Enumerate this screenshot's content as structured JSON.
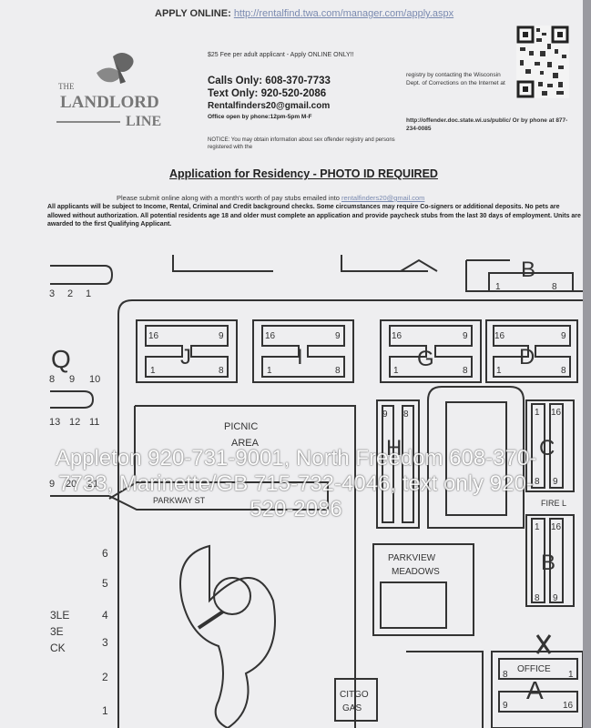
{
  "header": {
    "apply_label": "APPLY ONLINE:",
    "apply_url": "http://rentalfind.twa.com/manager.com/apply.aspx"
  },
  "logo": {
    "line1": "THE",
    "line2": "LANDLORD",
    "line3": "LINE"
  },
  "fee_text": "$25 Fee per adult applicant - Apply ONLINE ONLY!!",
  "contact": {
    "calls": "Calls Only: 608-370-7733",
    "text": "Text Only: 920-520-2086",
    "email": "Rentalfinders20@gmail.com",
    "office": "Office open by phone:12pm-5pm M-F"
  },
  "notice": "NOTICE: You may obtain information about sex offender registry and persons registered with the",
  "registry": "registry by contacting the Wisconsin Dept. of Corrections on the Internet at",
  "offender": "http://offender.doc.state.wi.us/public/ Or by phone at 877-234-0085",
  "title": "Application for Residency - PHOTO ID REQUIRED",
  "submit": {
    "text": "Please submit online along with a month's worth of pay stubs emailed into",
    "email": "rentalfinders20@gmail.com"
  },
  "rules": "All applicants will be subject to Income, Rental, Criminal and Credit background checks. Some circumstances may require Co-signers or additional deposits. No pets are allowed without authorization. All potential residents age 18 and older must complete an application and provide paycheck stubs from the last 30 days of employment. Units are awarded to the first Qualifying Applicant.",
  "map": {
    "buildings": [
      {
        "letter": "J",
        "top_left": "16",
        "top_right": "9",
        "bottom_left": "1",
        "bottom_right": "8"
      },
      {
        "letter": "I",
        "top_left": "16",
        "top_right": "9",
        "bottom_left": "1",
        "bottom_right": "8"
      },
      {
        "letter": "G",
        "top_left": "16",
        "top_right": "9",
        "bottom_left": "1",
        "bottom_right": "8"
      },
      {
        "letter": "D",
        "top_left": "16",
        "top_right": "9",
        "bottom_left": "1",
        "bottom_right": "8"
      }
    ],
    "b_top": {
      "letter": "B",
      "n1": "1",
      "n2": "8"
    },
    "q": {
      "letter": "Q",
      "row1": [
        "3",
        "2",
        "1"
      ],
      "row2": [
        "8",
        "9",
        "10"
      ],
      "row3": [
        "13",
        "12",
        "11"
      ],
      "row4": [
        "9",
        "20",
        "21"
      ]
    },
    "picnic": [
      "PICNIC",
      "AREA"
    ],
    "path_label": "PARKWAY ST",
    "h": {
      "letter": "H",
      "n1": "9",
      "n2": "8"
    },
    "c": {
      "letter": "C",
      "n1": "1",
      "n2": "16",
      "n3": "8",
      "n4": "9"
    },
    "fire_label": "FIRE L",
    "b_right": {
      "letter": "B",
      "n1": "1",
      "n2": "16",
      "n3": "8",
      "n4": "9"
    },
    "meadows": [
      "PARKVIEW",
      "MEADOWS"
    ],
    "pond_numbers": [
      "6",
      "5",
      "4",
      "3",
      "2",
      "1"
    ],
    "side_text": [
      "3LE",
      "3E",
      "CK"
    ],
    "office": {
      "label": "OFFICE",
      "letter": "A",
      "n1": "8",
      "n2": "1",
      "n3": "9",
      "n4": "16"
    },
    "gas": [
      "CITGO",
      "GAS"
    ]
  },
  "overlay": "Appleton 920-731-9001, North Freedom 608-370-7733, Marinette/GB 715-732-4046, text only 920-520-2086"
}
